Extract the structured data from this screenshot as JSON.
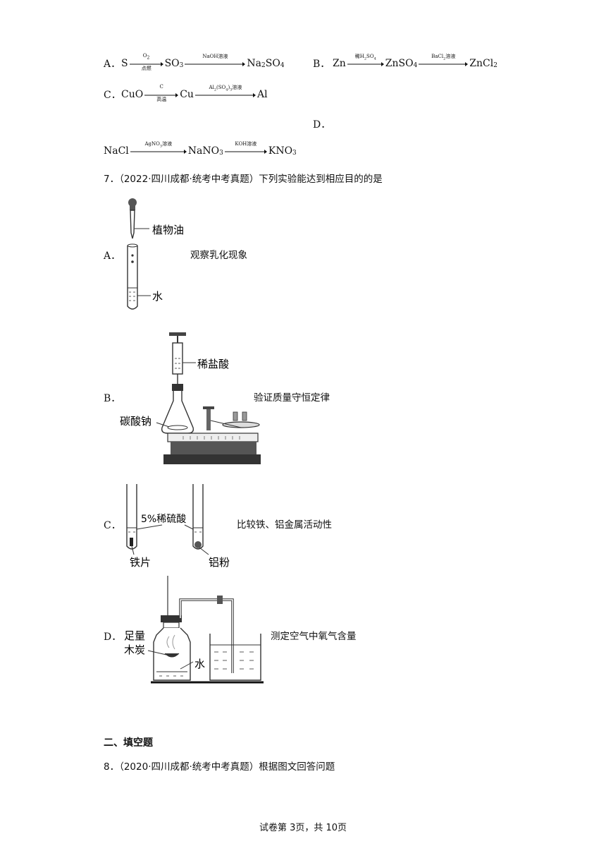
{
  "q6": {
    "optA": {
      "letter": "A．",
      "s": "S",
      "o2": "O",
      "o2sub": "2",
      "ignite": "点燃",
      "so3": "SO",
      "so3sub": "3",
      "naoh": "NaOH溶液",
      "na2so4": "Na",
      "na2sub": "2",
      "so4": " SO",
      "so4sub": "4"
    },
    "optB": {
      "letter": "B．",
      "zn": "Zn",
      "dilute": "稀H",
      "h2sub": "2",
      "so4label": "SO",
      "so4labsub": "4",
      "znso4": "ZnSO",
      "znso4sub": "4",
      "bacl2": "BaCl",
      "bacl2sub": "2",
      "sol": "溶液",
      "zncl2": "ZnCl",
      "zncl2sub": "2"
    },
    "optC": {
      "letter": "C．",
      "cuo": "CuO",
      "c": "C",
      "hightemp": "高温",
      "cu": "Cu",
      "al2so43": "Al",
      "al2": "2",
      "so4": "(SO",
      "so4s": "4",
      "close3": ")",
      "three": "3",
      "sol": "溶液",
      "al": "Al"
    },
    "optD": {
      "letter": "D．",
      "nacl": "NaCl",
      "agno3": "AgNO",
      "agno3sub": "3",
      "sol": "溶液",
      "nano3": "NaNO",
      "nano3sub": "3",
      "koh": "KOH溶液",
      "kno3": "KNO",
      "kno3sub": "3"
    }
  },
  "q7": {
    "stem": "7．（2022·四川成都·统考中考真题）下列实验能达到相应目的的是",
    "A": {
      "letter": "A．",
      "label_oil": "植物油",
      "label_water": "水",
      "desc": "观察乳化现象"
    },
    "B": {
      "letter": "B．",
      "label_acid": "稀盐酸",
      "label_salt": "碳酸钠",
      "desc": "验证质量守恒定律"
    },
    "C": {
      "letter": "C．",
      "label_acid": "5%稀硫酸",
      "label_iron": "铁片",
      "label_al": "铝粉",
      "desc": "比较铁、铝金属活动性"
    },
    "D": {
      "letter": "D．",
      "label_charcoal1": "足量",
      "label_charcoal2": "木炭",
      "label_water": "水",
      "desc": "测定空气中氧气含量"
    }
  },
  "section2": {
    "heading": "二、填空题"
  },
  "q8": {
    "stem": "8．（2020·四川成都·统考中考真题）根据图文回答问题"
  },
  "footer": {
    "page": "试卷第 3页，共 10页"
  }
}
